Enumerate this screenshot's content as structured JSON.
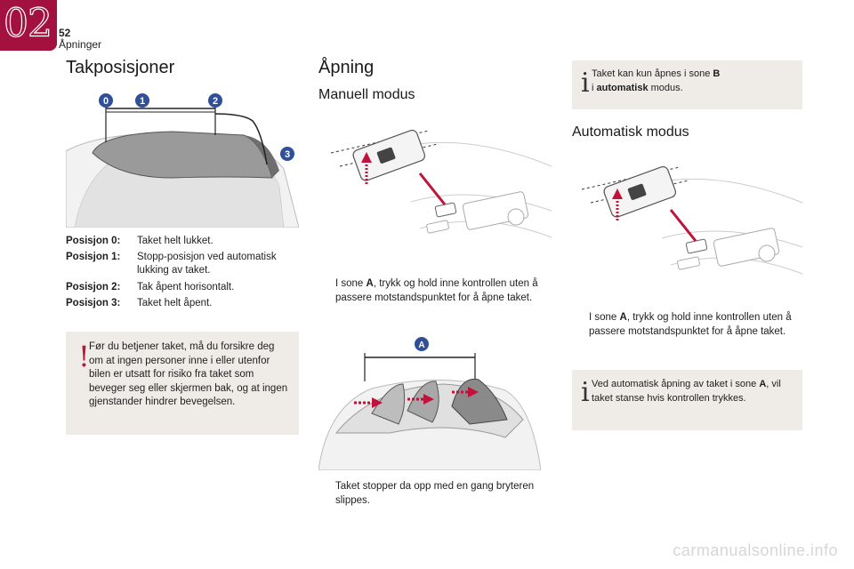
{
  "header": {
    "chapter_number": "02",
    "page_number": "52",
    "section_name": "Åpninger"
  },
  "left": {
    "title": "Takposisjoner",
    "figure_markers": [
      "0",
      "1",
      "2",
      "3"
    ],
    "positions": [
      {
        "label": "Posisjon 0:",
        "text": "Taket helt lukket."
      },
      {
        "label": "Posisjon 1:",
        "text": "Stopp-posisjon ved automatisk lukking av taket."
      },
      {
        "label": "Posisjon 2:",
        "text": "Tak åpent horisontalt."
      },
      {
        "label": "Posisjon 3:",
        "text": "Taket helt åpent."
      }
    ],
    "warning": {
      "icon": "!",
      "text": "Før du betjener taket, må du forsikre deg om at ingen personer inne i eller utenfor bilen er utsatt for risiko fra taket som beveger seg eller skjermen bak, og at ingen gjenstander hindrer bevegelsen."
    }
  },
  "middle": {
    "title": "Åpning",
    "subtitle": "Manuell modus",
    "step1": {
      "bullet": "",
      "text_before": "I sone ",
      "bold": "A",
      "text_after": ", trykk og hold inne kontrollen uten å passere motstandspunktet for å åpne taket."
    },
    "figure2_marker": "A",
    "step2": {
      "bullet": "",
      "text": "Taket stopper da opp med en gang bryteren slippes."
    }
  },
  "right": {
    "info1": {
      "icon": "i",
      "line1_before": "Taket kan kun åpnes i sone ",
      "line1_bold": "B",
      "line2_before": "i ",
      "line2_bold": "automatisk",
      "line2_after": " modus."
    },
    "subtitle": "Automatisk modus",
    "step": {
      "bullet": "",
      "text_before": "I sone ",
      "bold": "A",
      "text_after": ", trykk og hold inne kontrollen uten å passere motstandspunktet for å åpne taket."
    },
    "info2": {
      "icon": "i",
      "text_before": "Ved automatisk åpning av taket i sone ",
      "bold": "A",
      "text_after": ", vil taket stanse hvis kontrollen trykkes."
    }
  },
  "footer": {
    "watermark": "carmanualsonline.info"
  },
  "colors": {
    "accent": "#a3123f",
    "marker": "#2f4f98",
    "warning": "#c0123a",
    "box_bg": "#efece7"
  }
}
